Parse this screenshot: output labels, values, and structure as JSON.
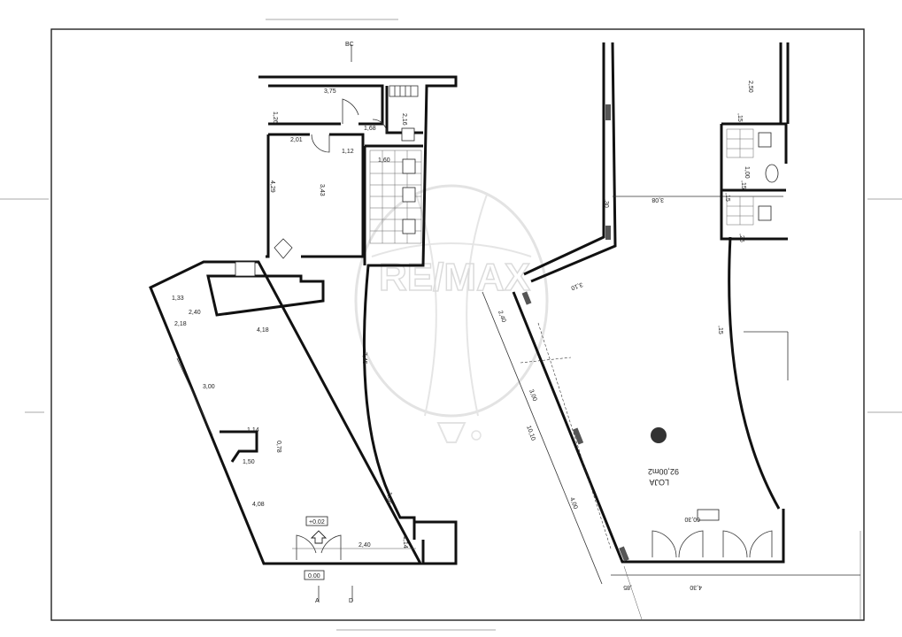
{
  "watermark": {
    "logo_text": "RE/MAX"
  },
  "section_markers": {
    "bc": "BC",
    "a": "A",
    "d": "D"
  },
  "left_plan": {
    "dimensions": {
      "d_3_75": "3,75",
      "d_1_26": "1,26",
      "d_2_01": "2,01",
      "d_1_12": "1,12",
      "d_1_68": "1,68",
      "d_2_16": "2,16",
      "d_1_60": "1,60",
      "d_4_29": "4,29",
      "d_3_43": "3,43",
      "d_1_33": "1,33",
      "d_2_40_top": "2,40",
      "d_2_18": "2,18",
      "d_4_18": "4,18",
      "d_7_45": "7,45",
      "d_3_00": "3,00",
      "d_1_14_a": "1,14",
      "d_0_78": "0,78",
      "d_1_50": "1,50",
      "d_4_08": "4,08",
      "d_1_86": "1,86",
      "d_1_14_b": "1,14",
      "d_2_40_bottom": "2,40"
    },
    "level_entrance": "+0.02",
    "level_street": "0.00"
  },
  "right_plan": {
    "room_name": "LOJA",
    "room_area": "92,00m2",
    "level": "60,30",
    "dimensions": {
      "d_2_50": "2,50",
      "d_15_a": ",15",
      "d_1_00": "1,00",
      "d_15_b": ",15",
      "d_15_c": ",15",
      "d_3_08": "3,08",
      "d_30": ",30",
      "d_26": ",26",
      "d_3_10": "3,10",
      "d_2_40": "2,40",
      "d_3_00": "3,00",
      "d_10_10": "10,10",
      "d_4_00": "4,00",
      "d_15_d": ",15",
      "d_4_30": "4,30",
      "d_85": ",85"
    }
  }
}
